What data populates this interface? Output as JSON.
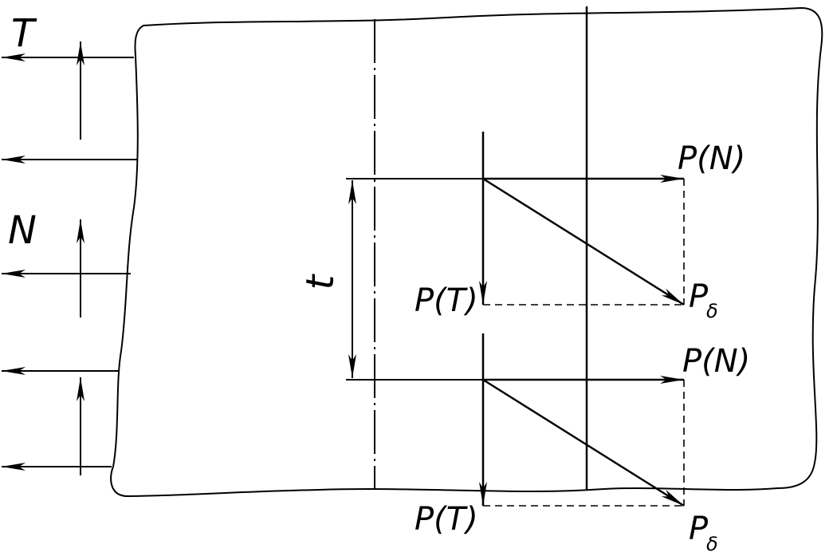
{
  "labels": {
    "T": "T",
    "N": "N",
    "t": "t",
    "PN_top": "P(N)",
    "PN_bottom": "P(N)",
    "PT_top": "P(T)",
    "PT_bottom": "P(T)",
    "Pd_top_main": "P",
    "Pd_top_sub": "δ",
    "Pd_bottom_main": "P",
    "Pd_bottom_sub": "δ"
  }
}
